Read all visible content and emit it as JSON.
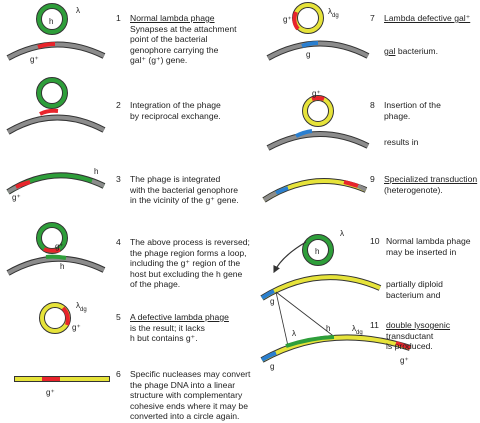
{
  "steps": [
    {
      "num": "1",
      "title": "Normal lambda phage",
      "lines": [
        "Synapses at the attachment",
        "point of the bacterial",
        "genophore carrying the",
        "gal⁺ (g⁺) gene."
      ]
    },
    {
      "num": "2",
      "lines": [
        "Integration of the phage",
        "by reciprocal exchange."
      ]
    },
    {
      "num": "3",
      "lines": [
        "The phage is integrated",
        "with the bacterial genophore",
        "in the vicinity of the g⁺ gene."
      ]
    },
    {
      "num": "4",
      "lines": [
        "The above process is reversed;",
        "the phage region forms a loop,",
        "including the g⁺ region of the",
        "host but excluding the h gene",
        "of the phage."
      ]
    },
    {
      "num": "5",
      "title": "A defective lambda phage",
      "lines": [
        "is the result; it lacks",
        "h but contains g⁺."
      ]
    },
    {
      "num": "6",
      "lines": [
        "Specific nucleases may convert",
        "the phage DNA into a linear",
        "structure with complementary",
        "cohesive ends where it may be",
        "converted into a circle again."
      ]
    },
    {
      "num": "7",
      "title": "Lambda defective gal⁺",
      "lines": [
        "",
        ""
      ]
    },
    {
      "num": "",
      "title": "gal",
      "lines": [
        " bacterium."
      ]
    },
    {
      "num": "8",
      "lines": [
        "Insertion of the",
        "phage."
      ]
    },
    {
      "num": "",
      "lines": [
        "results in"
      ]
    },
    {
      "num": "9",
      "title": "Specialized transduction",
      "lines": [
        "(heterogenote)."
      ]
    },
    {
      "num": "10",
      "lines": [
        "Normal lambda phage",
        "may be inserted in"
      ]
    },
    {
      "num": "",
      "lines": [
        "partially diploid",
        "bacterium and"
      ]
    },
    {
      "num": "11",
      "title": "double lysogenic",
      "lines": [
        "transductant",
        "is produced."
      ]
    }
  ],
  "labels": {
    "lambda": "λ",
    "lambda_dg": "λ",
    "dg": "dg",
    "h": "h",
    "g": "g",
    "gplus": "g⁺"
  },
  "colors": {
    "green": "#2e9e3a",
    "yellow": "#e6e33a",
    "red": "#e8242b",
    "blue": "#2a7fd0",
    "gray": "#8c8c8c",
    "outline": "#333333"
  }
}
